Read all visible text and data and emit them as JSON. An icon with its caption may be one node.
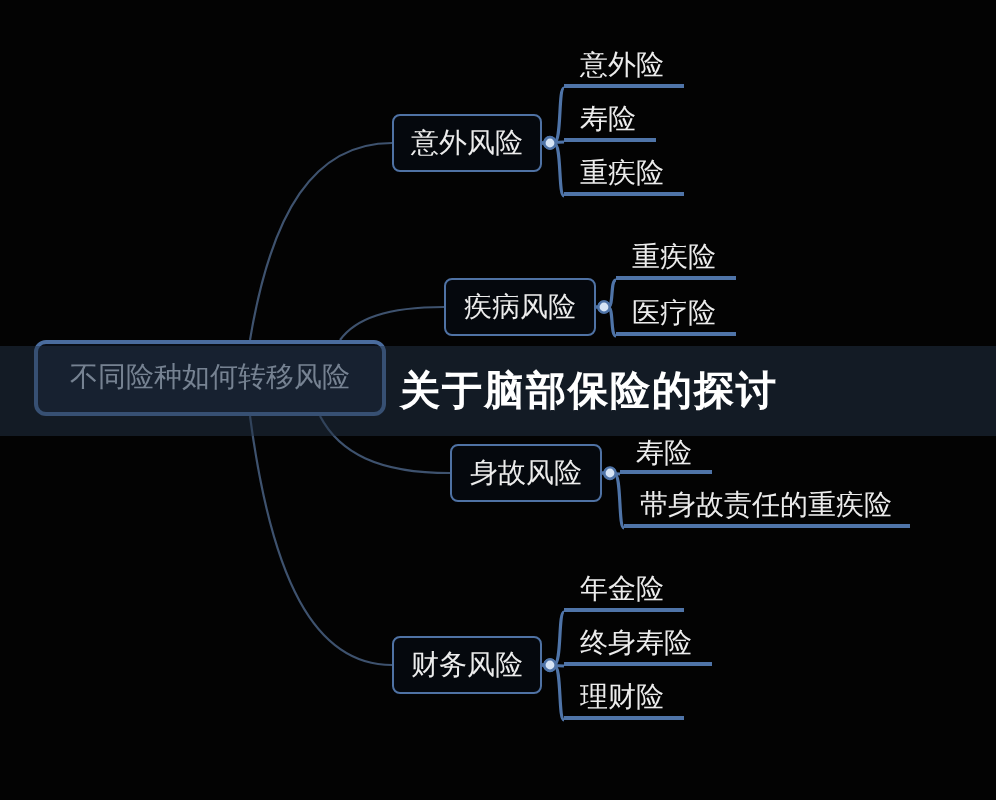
{
  "diagram": {
    "title": "关于脑部保险的探讨",
    "nodes": [
      {
        "text": [
          "不同险种如何转移风险"
        ]
      },
      {
        "text": [
          "意外风险"
        ]
      },
      {
        "text": [
          "意外险"
        ]
      },
      {
        "text": [
          "寿险"
        ]
      },
      {
        "text": [
          "重疾险"
        ]
      },
      {
        "text": [
          "疾病风险"
        ]
      },
      {
        "text": [
          "重疾险"
        ]
      },
      {
        "text": [
          "医疗险"
        ]
      },
      {
        "text": [
          "身故风险"
        ]
      },
      {
        "text": [
          "寿险"
        ]
      },
      {
        "text": [
          "带身故责任的重疾险"
        ]
      },
      {
        "text": [
          "财务风险"
        ]
      },
      {
        "text": [
          "年金险"
        ]
      },
      {
        "text": [
          "终身寿险"
        ]
      },
      {
        "text": [
          "理财险"
        ]
      }
    ],
    "edges": [
      {
        "from": 0,
        "to": 1,
        "arrow": "none",
        "color": "#3e526e"
      },
      {
        "from": 1,
        "to": 2,
        "arrow": "other"
      },
      {
        "from": 1,
        "to": 3,
        "arrow": "other"
      },
      {
        "from": 1,
        "to": 4,
        "arrow": "other"
      },
      {
        "from": 0,
        "to": 5,
        "arrow": "none",
        "color": "#3e526e"
      },
      {
        "from": 5,
        "to": 6,
        "arrow": "other"
      },
      {
        "from": 5,
        "to": 7,
        "arrow": "other"
      },
      {
        "from": 0,
        "to": 8,
        "arrow": "none",
        "color": "#3e526e"
      },
      {
        "from": 8,
        "to": 9,
        "arrow": "other"
      },
      {
        "from": 8,
        "to": 10,
        "arrow": "other"
      },
      {
        "from": 0,
        "to": 11,
        "arrow": "none",
        "color": "#3e526e"
      },
      {
        "from": 11,
        "to": 12,
        "arrow": "other"
      },
      {
        "from": 11,
        "to": 13,
        "arrow": "other"
      },
      {
        "from": 11,
        "to": 14,
        "arrow": "other"
      }
    ]
  }
}
